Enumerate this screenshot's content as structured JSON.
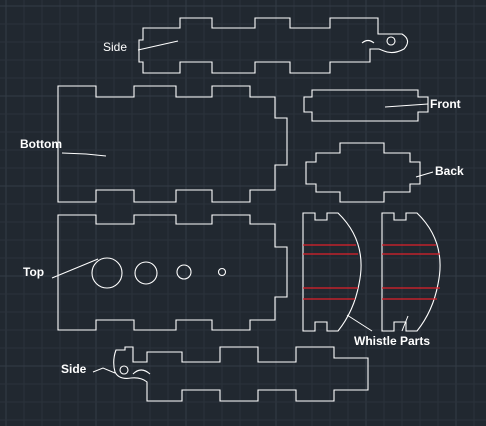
{
  "labels": {
    "side_top": "Side",
    "bottom": "Bottom",
    "front": "Front",
    "back": "Back",
    "top": "Top",
    "whistle_parts": "Whistle Parts",
    "side_bottom": "Side"
  },
  "colors": {
    "background": "#212830",
    "outline": "#ffffff",
    "cut_lines": "#e0202a"
  }
}
